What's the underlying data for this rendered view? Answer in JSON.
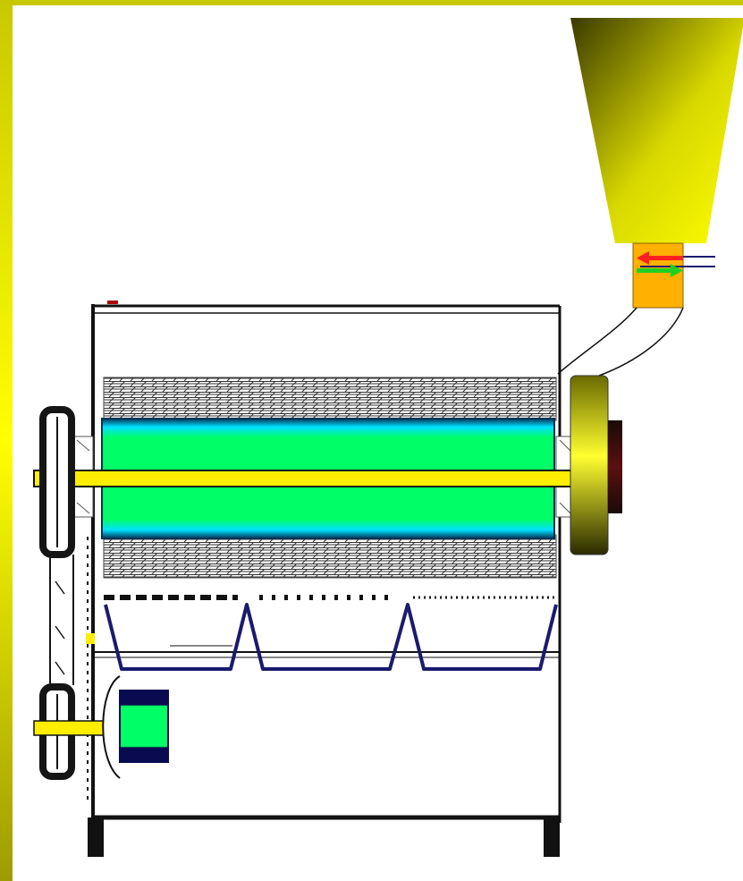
{
  "diagram": {
    "kind": "machine-schematic",
    "components": [
      "frame",
      "hopper",
      "feed-valve",
      "feed-chute",
      "rotor-drum",
      "screen-mesh",
      "shaft",
      "end-flange",
      "drive-pulley",
      "motor-pulley",
      "drive-belt",
      "motor",
      "sieve",
      "collection-trough",
      "legs"
    ],
    "colors": {
      "border_yellow_top": "#c8c800",
      "border_yellow_mid": "#ffff00",
      "border_yellow_dark": "#9c9c00",
      "hopper_dark": "#3a3a00",
      "hopper_light": "#ffff00",
      "valve_orange": "#ffb000",
      "arrow_red": "#ff2020",
      "arrow_green": "#20d020",
      "drum_green": "#00ff66",
      "drum_edge_cyan": "#00e0ff",
      "drum_edge_dark": "#003355",
      "shaft_yellow": "#ffee00",
      "trough_navy": "#1a1a6e",
      "motor_navy": "#0a0a50",
      "pulley_dark": "#151515",
      "frame_line": "#111111"
    }
  }
}
